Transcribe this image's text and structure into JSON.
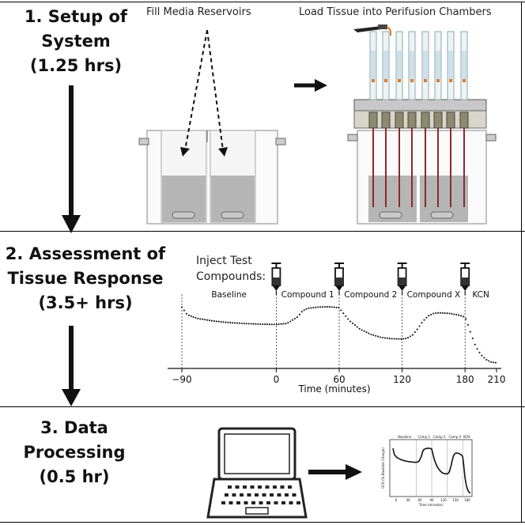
{
  "steps": [
    {
      "title_line1": "1. Setup of",
      "title_line2": "System",
      "duration": "(1.25 hrs)"
    },
    {
      "title_line1": "2. Assessment of",
      "title_line2": "Tissue Response",
      "duration": "(3.5+ hrs)"
    },
    {
      "title_line1": "3. Data",
      "title_line2": "Processing",
      "duration": "(0.5 hr)"
    }
  ],
  "setup": {
    "fill_label": "Fill Media Reservoirs",
    "load_label": "Load Tissue into Perifusion Chambers"
  },
  "assessment": {
    "inject_label_line1": "Inject Test",
    "inject_label_line2": "Compounds:"
  },
  "chart_data": {
    "type": "line",
    "xlabel": "Time (minutes)",
    "xticks": [
      -90,
      0,
      60,
      120,
      180,
      210
    ],
    "xlim": [
      -90,
      210
    ],
    "phase_boundaries": [
      0,
      60,
      120,
      180
    ],
    "phases": [
      {
        "name": "Baseline",
        "x": -45
      },
      {
        "name": "Compound 1",
        "x": 30
      },
      {
        "name": "Compound 2",
        "x": 90
      },
      {
        "name": "Compound X",
        "x": 150
      },
      {
        "name": "KCN",
        "x": 195
      }
    ],
    "series": [
      {
        "points": [
          [
            -90,
            0.92
          ],
          [
            -85,
            0.8
          ],
          [
            -75,
            0.74
          ],
          [
            -60,
            0.7
          ],
          [
            -45,
            0.675
          ],
          [
            -30,
            0.66
          ],
          [
            -15,
            0.65
          ],
          [
            0,
            0.645
          ],
          [
            10,
            0.66
          ],
          [
            20,
            0.76
          ],
          [
            25,
            0.86
          ],
          [
            30,
            0.9
          ],
          [
            40,
            0.92
          ],
          [
            50,
            0.925
          ],
          [
            60,
            0.91
          ],
          [
            65,
            0.8
          ],
          [
            70,
            0.7
          ],
          [
            80,
            0.57
          ],
          [
            90,
            0.49
          ],
          [
            100,
            0.44
          ],
          [
            110,
            0.42
          ],
          [
            120,
            0.415
          ],
          [
            125,
            0.43
          ],
          [
            130,
            0.48
          ],
          [
            135,
            0.58
          ],
          [
            140,
            0.7
          ],
          [
            145,
            0.78
          ],
          [
            150,
            0.82
          ],
          [
            155,
            0.83
          ],
          [
            165,
            0.82
          ],
          [
            175,
            0.79
          ],
          [
            180,
            0.76
          ],
          [
            183,
            0.63
          ],
          [
            186,
            0.48
          ],
          [
            190,
            0.3
          ],
          [
            195,
            0.17
          ],
          [
            200,
            0.09
          ],
          [
            205,
            0.05
          ],
          [
            210,
            0.04
          ]
        ]
      }
    ]
  },
  "thumbnail": {
    "phase_labels": [
      "Baseline",
      "Comp 1",
      "Comp 2",
      "Comp X",
      "KCN"
    ],
    "xticks": [
      "0",
      "30",
      "60",
      "90",
      "120",
      "150",
      "180"
    ],
    "xlabel": "Time (minutes)",
    "ylabel": "OCR (% Baseline Change)"
  },
  "colors": {
    "media_gray": "#b4b5b4",
    "tissue_red": "#8b2a2a",
    "clamp_olive": "#8c8a6e",
    "orange_accent": "#e07a2a"
  }
}
